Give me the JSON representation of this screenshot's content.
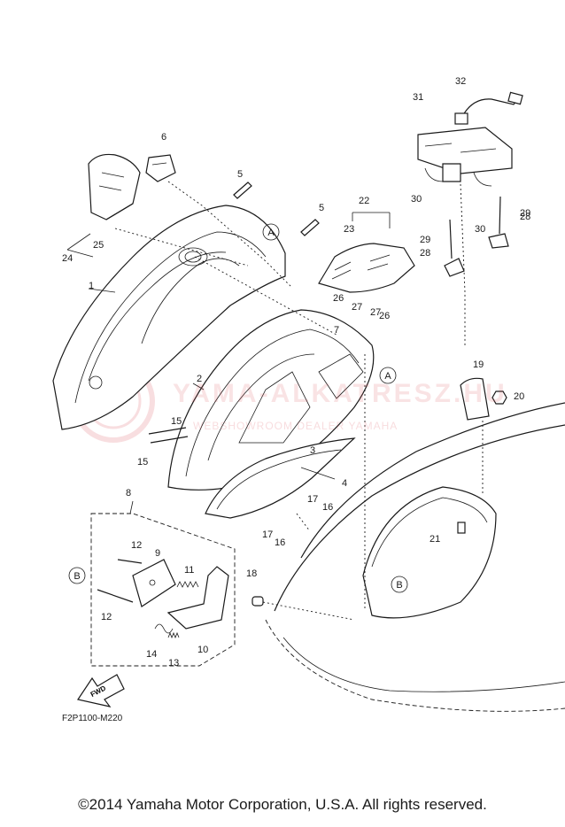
{
  "diagram": {
    "part_numbers": [
      "1",
      "2",
      "3",
      "4",
      "5",
      "5",
      "6",
      "7",
      "8",
      "9",
      "10",
      "11",
      "12",
      "12",
      "13",
      "14",
      "15",
      "15",
      "16",
      "16",
      "17",
      "17",
      "18",
      "19",
      "20",
      "21",
      "22",
      "23",
      "24",
      "25",
      "26",
      "26",
      "27",
      "27",
      "28",
      "28",
      "29",
      "29",
      "30",
      "30",
      "31",
      "32"
    ],
    "reference_letters": [
      "A",
      "A",
      "B",
      "B"
    ],
    "fwd_arrow_label": "FWD",
    "drawing_code": "F2P1100-M220",
    "copyright": "©2014 Yamaha Motor Corporation, U.S.A. All rights reserved.",
    "watermark": {
      "brand": "YAMAHA",
      "site": "YAMA-ALKATRESZ.HU",
      "subline": "WEBSHOWROOM DEALER YAMAHA"
    },
    "colors": {
      "line": "#1a1a1a",
      "background": "#ffffff",
      "watermark": "#dc505a"
    }
  }
}
